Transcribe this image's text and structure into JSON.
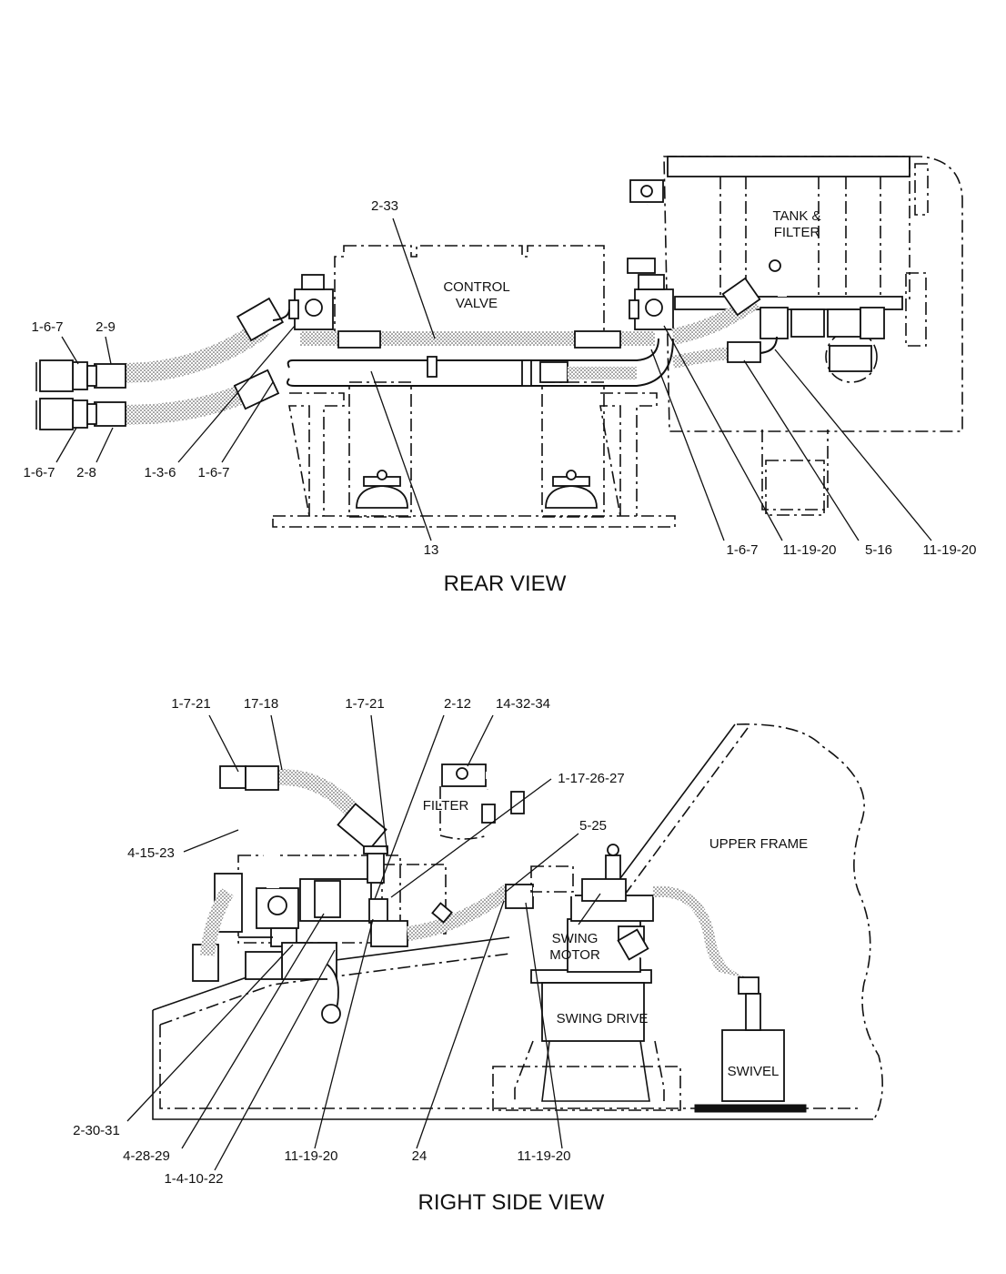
{
  "rear_view": {
    "title": "REAR VIEW",
    "components": {
      "control_valve_line1": "CONTROL",
      "control_valve_line2": "VALVE",
      "tank_line1": "TANK &",
      "tank_line2": "FILTER"
    },
    "callouts": {
      "c_2_33": "2-33",
      "c_1_6_7_a": "1-6-7",
      "c_2_9": "2-9",
      "c_1_6_7_b": "1-6-7",
      "c_2_8": "2-8",
      "c_1_3_6": "1-3-6",
      "c_1_6_7_c": "1-6-7",
      "c_13": "13",
      "c_1_6_7_d": "1-6-7",
      "c_11_19_20_a": "11-19-20",
      "c_5_16": "5-16",
      "c_11_19_20_b": "11-19-20"
    }
  },
  "side_view": {
    "title": "RIGHT SIDE VIEW",
    "components": {
      "filter": "FILTER",
      "upper_frame": "UPPER FRAME",
      "swing_motor_line1": "SWING",
      "swing_motor_line2": "MOTOR",
      "swing_drive": "SWING DRIVE",
      "swivel": "SWIVEL"
    },
    "callouts": {
      "c_1_7_21_a": "1-7-21",
      "c_17_18": "17-18",
      "c_1_7_21_b": "1-7-21",
      "c_2_12": "2-12",
      "c_14_32_34": "14-32-34",
      "c_1_17_26_27": "1-17-26-27",
      "c_5_25": "5-25",
      "c_4_15_23": "4-15-23",
      "c_2_30_31": "2-30-31",
      "c_4_28_29": "4-28-29",
      "c_1_4_10_22": "1-4-10-22",
      "c_11_19_20_c": "11-19-20",
      "c_24": "24",
      "c_11_19_20_d": "11-19-20"
    }
  }
}
